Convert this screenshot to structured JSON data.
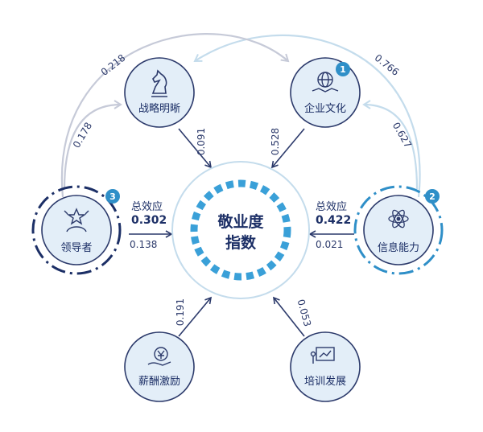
{
  "center": {
    "line1": "敬业度",
    "line2": "指数"
  },
  "nodes": {
    "strategy": {
      "label": "战略明晰",
      "icon": "chess-knight-icon"
    },
    "culture": {
      "label": "企业文化",
      "icon": "globe-handshake-icon",
      "badge": "1"
    },
    "leader": {
      "label": "领导者",
      "icon": "star-person-icon",
      "badge": "3"
    },
    "info": {
      "label": "信息能力",
      "icon": "atom-icon",
      "badge": "2"
    },
    "salary": {
      "label": "薪酬激励",
      "icon": "yen-coin-hand-icon"
    },
    "training": {
      "label": "培训发展",
      "icon": "presentation-board-icon"
    }
  },
  "totals": {
    "leader": {
      "title": "总效应",
      "value": "0.302"
    },
    "info": {
      "title": "总效应",
      "value": "0.422"
    }
  },
  "edges": {
    "leader_center": "0.138",
    "info_center": "0.021",
    "strategy_center": "0.091",
    "culture_center": "0.528",
    "salary_center": "0.191",
    "training_center": "0.053",
    "leader_strategy": "0.178",
    "leader_culture": "0.218",
    "info_culture": "0.627",
    "info_strategy": "0.766"
  },
  "colors": {
    "navy": "#1c2f66",
    "node_fill": "#e3eef8",
    "node_stroke": "#2c3a6b",
    "light_blue": "#2f8fc8",
    "center_dash": "#3aa0d8",
    "arc_gray": "#c6cad8",
    "arc_lightblue": "#c4dcec"
  }
}
